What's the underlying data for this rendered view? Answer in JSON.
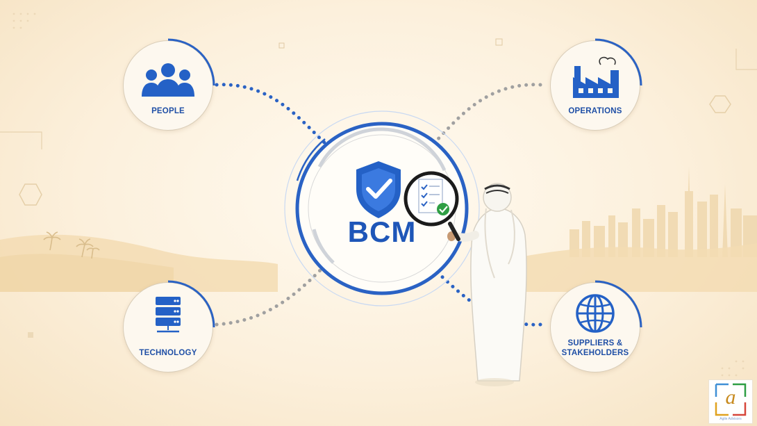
{
  "center": {
    "title": "BCM"
  },
  "nodes": {
    "people": {
      "label": "PEOPLE"
    },
    "operations": {
      "label": "OPERATIONS"
    },
    "technology": {
      "label": "TECHNOLOGY"
    },
    "suppliers": {
      "label_line1": "SUPPLIERS &",
      "label_line2": "STAKEHOLDERS"
    }
  },
  "logo": {
    "letter": "a",
    "caption": "Agile Advisors"
  },
  "colors": {
    "primary_blue": "#1e56b8",
    "connector_grey": "#9a9a9a",
    "success_green": "#2e9e44",
    "sand": "#f3dcb3"
  }
}
